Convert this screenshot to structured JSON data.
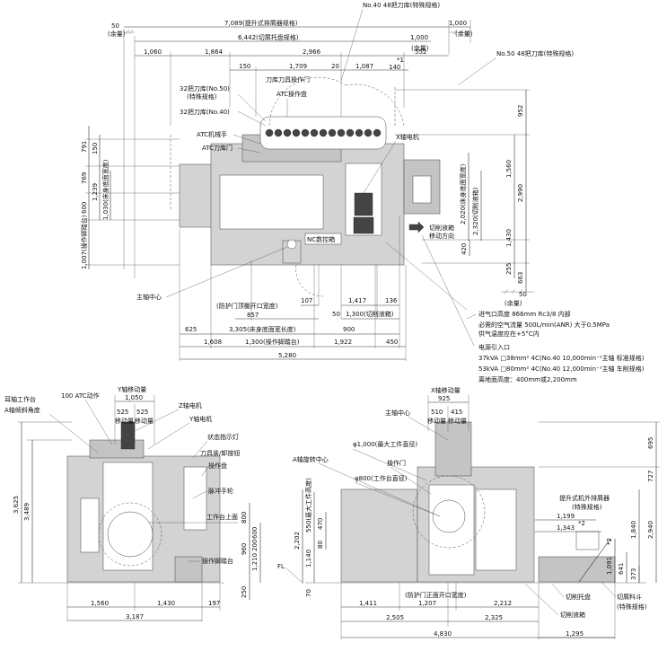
{
  "top": {
    "dims": {
      "d50": "50",
      "d_reserve": "(余量)",
      "d7089": "7,089(提升式排屑器规格)",
      "d6442": "6,442(切屑托盘规格)",
      "d1000": "1,000",
      "d_reserve2": "(余量)",
      "d1000b": "1,000",
      "d_reserve3": "(余量)",
      "d1060": "1,060",
      "d1864": "1,864",
      "d2966": "2,966",
      "d552": "552",
      "d150": "150",
      "d1709": "1,709",
      "d20": "20",
      "d1087": "1,087",
      "d140": "140",
      "star": "*1",
      "d952": "952",
      "d1560": "1,560",
      "d1430": "1,430",
      "d2990": "2,990",
      "d420": "420",
      "d255": "255",
      "d663": "663",
      "d50r": "50",
      "d_reserve4": "(余量)",
      "d2020": "2,020(床身底面宽度)",
      "d2320": "2,320(切削液箱)",
      "d791": "791",
      "d150l": "150",
      "d769": "769",
      "d1239": "1,239",
      "d1030": "1,030(床身底面宽度)",
      "d600": "600",
      "d1007": "1,007(操作脚踏台)",
      "d107": "107",
      "d1417": "1,417",
      "d136": "136",
      "d857": "857",
      "d50b": "50",
      "d1300": "1,300(切削液箱)",
      "d_door": "(防护门顶棚开口宽度)",
      "d625": "625",
      "d3305": "3,305(床身底面宽长度)",
      "d900": "900",
      "d1608": "1,608",
      "d1300b": "1,300(操作脚踏台)",
      "d1922": "1,922",
      "d450": "450",
      "d5280": "5,280"
    },
    "labels": {
      "no40": "No.40  48把刀库(特殊规格)",
      "no50": "No.50  48把刀库(特殊规格)",
      "mag50": "32把刀库(No.50)",
      "mag50b": "(特殊规格)",
      "mag40": "32把刀库(No.40)",
      "toolpanel": "刀库刀具操作门",
      "atcpanel": "ATC操作盘",
      "atcarm": "ATC机械手",
      "atcdoor": "ATC刀库门",
      "xmotor": "X轴电机",
      "cutdir1": "切削液箱",
      "cutdir2": "移动方向",
      "nc": "NC数控箱",
      "spindle": "主轴中心"
    },
    "notes": [
      "进气口高度 866mm Rc3/8 内部",
      "必需的空气流量 500L/min(ANR) 大于0.5MPa",
      "供气温度应在+5°C内",
      "电源引入口",
      "37kVA  □38mm² 4C(No.40 10,000min⁻¹主轴 标准规格)",
      "53kVA  □80mm² 4C(No.40 12,000min⁻¹主轴 车削规格)",
      "离地面高度：400mm或2,200mm"
    ]
  },
  "left": {
    "labels": {
      "ear": "耳轴工作台",
      "aaxis": "A轴倾斜角度",
      "atc100": "100 ATC动作",
      "ytravel": "Y轴移动量",
      "d1050": "1,050",
      "d525a": "525",
      "d525b": "525",
      "travel": "移动量",
      "travel2": "移动量",
      "zmotor": "Z轴电机",
      "ymotor": "Y轴电机",
      "lamp": "状态指示灯",
      "clamp": "刀具装/卸按钮",
      "opanel": "操作盘",
      "pulse": "脉冲手轮",
      "tabletop": "工作台上面",
      "step": "操作脚踏台"
    },
    "dims": {
      "d3625": "3,625",
      "d3489": "3,489",
      "d600": "600",
      "d800": "800",
      "d960": "960",
      "d1210": "1,210",
      "d250": "250",
      "d200": "200",
      "d1560": "1,560",
      "d1430": "1,430",
      "d197": "197",
      "d3187": "3,187"
    }
  },
  "right": {
    "labels": {
      "xtravel": "X轴移动量",
      "d925": "925",
      "d510": "510",
      "d415": "415",
      "travel": "移动量",
      "spindle": "主轴中心",
      "dia1000": "φ1,000(最大工件直径)",
      "arot": "A轴旋转中心",
      "door": "操作门",
      "dia800": "φ800(工作台直径)",
      "maxh": "550(最大工件高度)",
      "fl": "FL",
      "lift": "提升式机外排屑器",
      "lift2": "(特殊规格)",
      "d1199": "1,199",
      "d1343": "1,343",
      "star2": "*2",
      "dooropen": "(防护门正面开口宽度)",
      "tray": "切削托盘",
      "tank": "切削液箱",
      "bucket": "切屑料斗",
      "bucket2": "(特殊规格)"
    },
    "dims": {
      "d695": "695",
      "d727": "727",
      "d1840": "1,840",
      "d2940": "2,940",
      "d641": "641",
      "d1091": "1,091",
      "star2b": "*2",
      "d373": "373",
      "d2202": "2,202",
      "d470": "470",
      "d80": "80",
      "d1140": "1,140",
      "d70": "70",
      "d1411": "1,411",
      "d1207": "1,207",
      "d2212": "2,212",
      "d2505": "2,505",
      "d2325": "2,325",
      "d4830": "4,830",
      "d1295": "1,295"
    }
  }
}
